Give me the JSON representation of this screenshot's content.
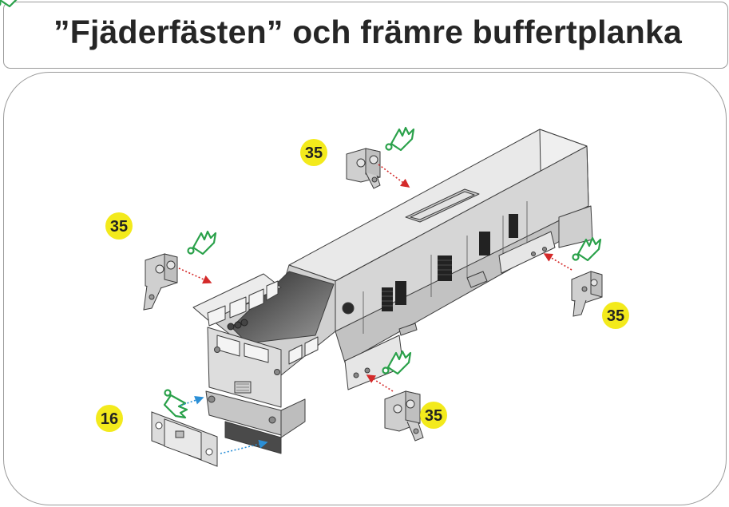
{
  "title": "”Fjäderfästen” och främre buffertplanka",
  "callouts": [
    {
      "id": "top",
      "label": "35"
    },
    {
      "id": "left",
      "label": "35"
    },
    {
      "id": "right",
      "label": "35"
    },
    {
      "id": "bottom",
      "label": "35"
    },
    {
      "id": "buffer",
      "label": "16"
    }
  ],
  "colors": {
    "badge": "#f3ea1c",
    "body_fill": "#d9d9d9",
    "outline": "#3c3c3c",
    "glue_tube": "#2aa14a",
    "arrow_red": "#d42a2a",
    "arrow_blue": "#2b8fd6"
  }
}
